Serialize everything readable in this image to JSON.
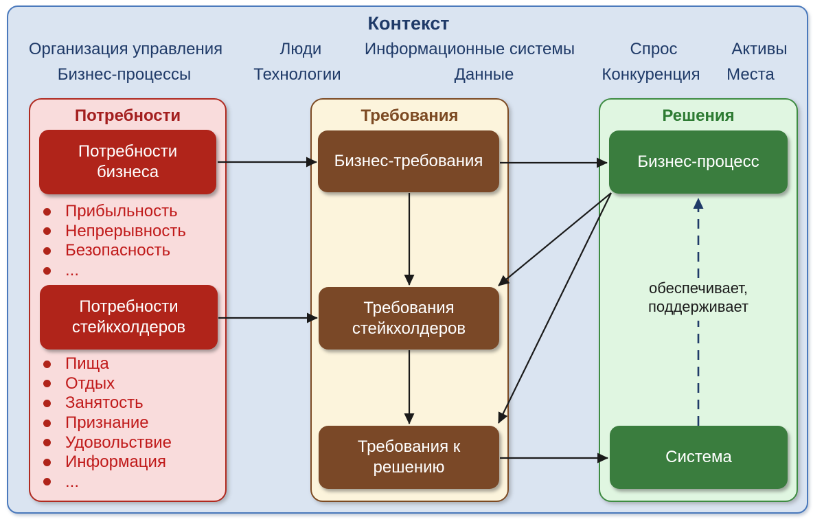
{
  "title": "Контекст",
  "context": {
    "row1": [
      "Организация управления",
      "Люди",
      "Информационные системы",
      "Спрос",
      "Активы"
    ],
    "row2": [
      "Бизнес-процессы",
      "Технологии",
      "Данные",
      "Конкуренция",
      "Места"
    ]
  },
  "needs": {
    "header": "Потребности",
    "business_box": "Потребности бизнеса",
    "business_items": [
      "Прибыльность",
      "Непрерывность",
      "Безопасность",
      "..."
    ],
    "stakeholder_box": "Потребности стейкхолдеров",
    "stakeholder_items": [
      "Пища",
      "Отдых",
      "Занятость",
      "Признание",
      "Удовольствие",
      "Информация",
      "..."
    ]
  },
  "requirements": {
    "header": "Требования",
    "business_box": "Бизнес-требования",
    "stakeholder_box": "Требования стейкхолдеров",
    "solution_box": "Требования к решению"
  },
  "solutions": {
    "header": "Решения",
    "business_process_box": "Бизнес-процесс",
    "system_box": "Система",
    "support_label": [
      "обеспечивает,",
      "поддерживает"
    ]
  },
  "arrows": [
    {
      "from": "Потребности бизнеса",
      "to": "Бизнес-требования",
      "style": "solid"
    },
    {
      "from": "Потребности стейкхолдеров",
      "to": "Требования стейкхолдеров",
      "style": "solid"
    },
    {
      "from": "Бизнес-требования",
      "to": "Бизнес-процесс",
      "style": "solid"
    },
    {
      "from": "Бизнес-требования",
      "to": "Требования стейкхолдеров",
      "style": "solid"
    },
    {
      "from": "Требования стейкхолдеров",
      "to": "Требования к решению",
      "style": "solid"
    },
    {
      "from": "Требования к решению",
      "to": "Система",
      "style": "solid"
    },
    {
      "from": "Бизнес-процесс",
      "to": "Требования стейкхолдеров",
      "style": "solid"
    },
    {
      "from": "Бизнес-процесс",
      "to": "Требования к решению",
      "style": "solid"
    },
    {
      "from": "Система",
      "to": "Бизнес-процесс",
      "style": "dashed",
      "label": "обеспечивает, поддерживает"
    }
  ],
  "colors": {
    "frame_fill": "#dae4f1",
    "frame_border": "#4a79bc",
    "navy_text": "#1f3a68",
    "needs_panel_fill": "#f9dcdc",
    "needs_border": "#b02a20",
    "needs_box_fill": "#b0241a",
    "needs_bullet_text": "#c01a1a",
    "requirements_panel_fill": "#fcf4dc",
    "requirements_border": "#7c4a23",
    "requirements_box_fill": "#7a4827",
    "solutions_panel_fill": "#e0f6e1",
    "solutions_border": "#3e8c42",
    "solutions_box_fill": "#3a7d3e",
    "arrow_color": "#1a1a1a",
    "dashed_arrow_color": "#1f3a68"
  }
}
